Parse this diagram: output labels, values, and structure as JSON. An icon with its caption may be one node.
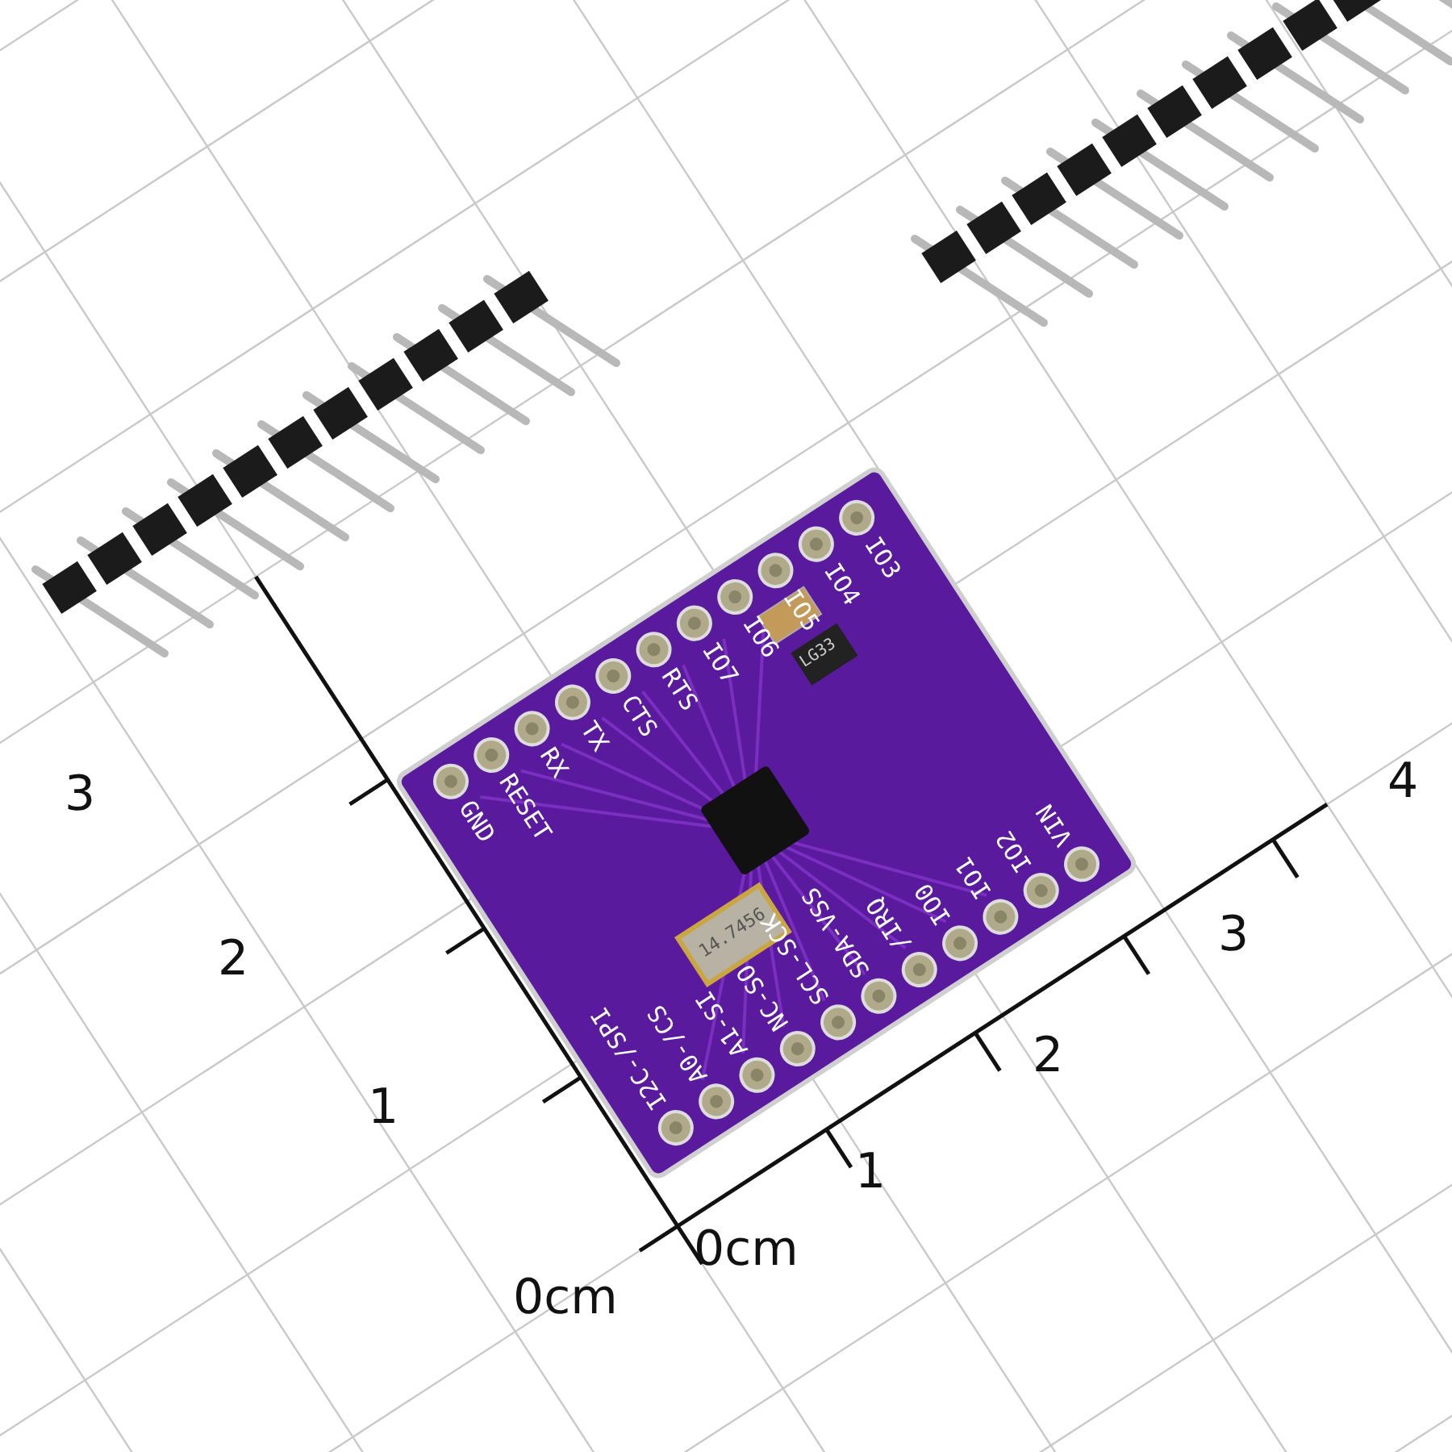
{
  "diagram": {
    "labels": [
      "GND",
      "RESET",
      "RX",
      "TX",
      "CTS",
      "RTS",
      "IO7",
      "IO6",
      "IO5",
      "IO4",
      "IO3",
      "LG33",
      "14.7456",
      "I2C-/SPI",
      "A0-/CS",
      "A1-SI",
      "NC-SO",
      "SCL-SCK",
      "SDA-VSS",
      "/IRQ",
      "IO0",
      "IO1",
      "IO2",
      "VIN",
      "3",
      "2",
      "1",
      "0cm",
      "0cm",
      "1",
      "2",
      "3",
      "4"
    ]
  }
}
